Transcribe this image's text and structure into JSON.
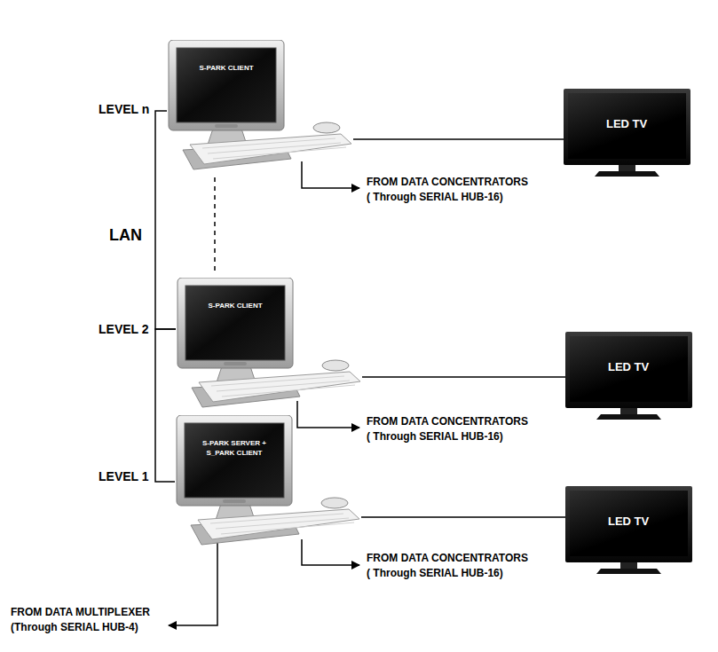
{
  "diagram": {
    "nodes": [
      {
        "text": [
          "S-PARK CLIENT"
        ]
      },
      {
        "text": [
          "LED TV"
        ]
      },
      {
        "text": [
          "S-PARK CLIENT"
        ]
      },
      {
        "text": [
          "LED TV"
        ]
      },
      {
        "text": [
          "S-PARK SERVER + S_PARK CLIENT"
        ]
      },
      {
        "text": [
          "LED TV"
        ]
      }
    ],
    "edges": [
      {
        "from": 0,
        "to": 1,
        "arrow": "none"
      },
      {
        "from": 2,
        "to": 3,
        "arrow": "none"
      },
      {
        "from": 4,
        "to": 5,
        "arrow": "none"
      },
      {
        "from": 0,
        "to": 2,
        "arrow": "none",
        "label": "LAN"
      },
      {
        "from": 2,
        "to": 4,
        "arrow": "none"
      }
    ],
    "labels": [
      "LEVEL n",
      "FROM DATA CONCENTRATORS",
      "( Through SERIAL HUB-16)",
      "LEVEL 2",
      "FROM DATA CONCENTRATORS",
      "( Through SERIAL HUB-16)",
      "LEVEL 1",
      "FROM DATA CONCENTRATORS",
      "( Through SERIAL HUB-16)",
      "FROM DATA MULTIPLEXER",
      "(Through SERIAL HUB-4)"
    ]
  }
}
